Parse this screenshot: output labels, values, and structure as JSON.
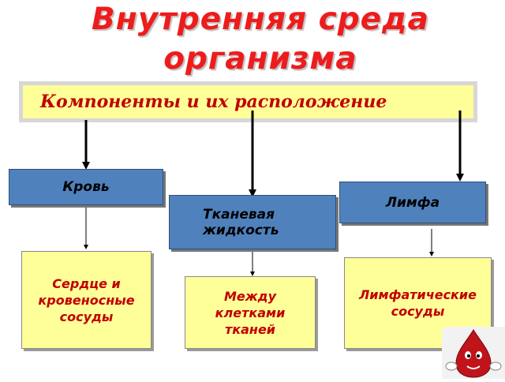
{
  "title": {
    "line1": "Внутренняя среда",
    "line2": "организма"
  },
  "banner": "Компоненты и их расположение",
  "components": {
    "blood": "Кровь",
    "tissue_fluid": "Тканевая\nжидкость",
    "lymph": "Лимфа"
  },
  "locations": {
    "blood": "Сердце и\nкровеносные\nсосуды",
    "tissue_fluid": "Между\nклетками\nтканей",
    "lymph": "Лимфатические\nсосуды"
  },
  "colors": {
    "title": "#ee1c1c",
    "banner_bg": "#ffff99",
    "banner_text": "#c00000",
    "component_box": "#4f81bd",
    "location_box": "#ffff99",
    "location_text": "#c00000",
    "mascot_drop": "#c0141a"
  },
  "decoration": {
    "mascot": "blood-drop-mascot-icon"
  }
}
